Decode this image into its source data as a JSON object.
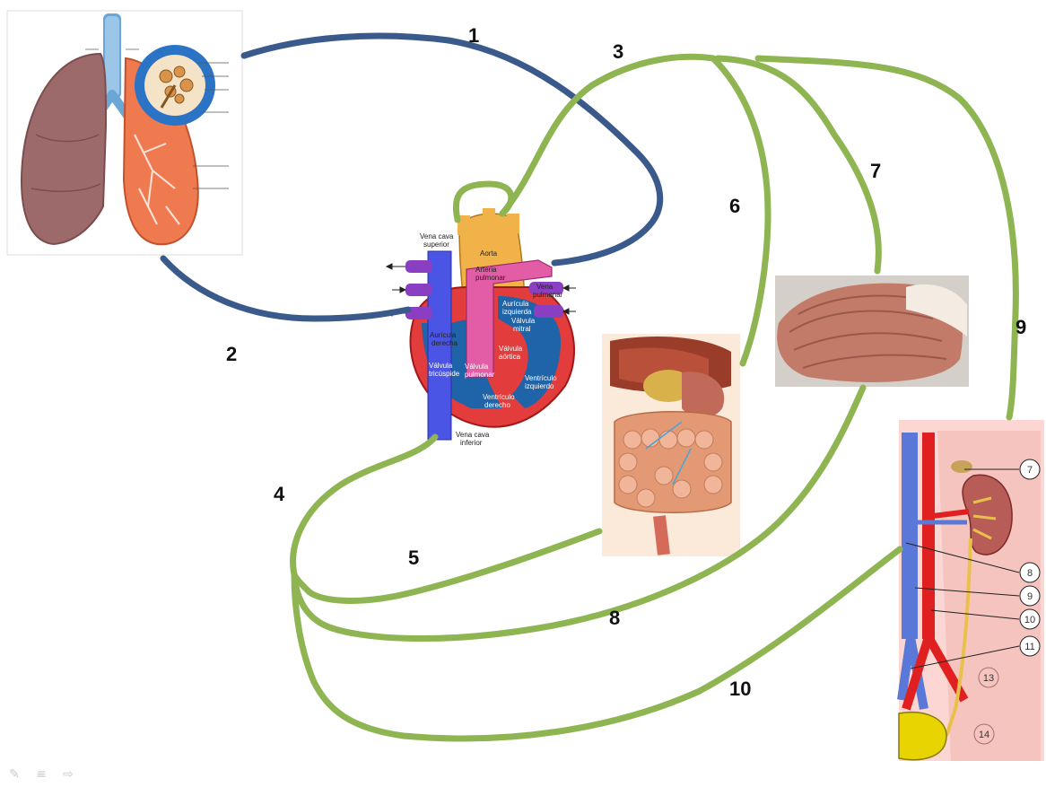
{
  "route_numbers": [
    "1",
    "2",
    "3",
    "4",
    "5",
    "6",
    "7",
    "8",
    "9",
    "10"
  ],
  "heart_labels": {
    "vena_cava_superior": [
      "Vena cava",
      "superior"
    ],
    "aorta": "Aorta",
    "arteria_pulmonar": [
      "Arteria",
      "pulmonar"
    ],
    "vena_pulmonar": [
      "Vena",
      "pulmonar"
    ],
    "auricula_izquierda": [
      "Aurícula",
      "izquierda"
    ],
    "valvula_mitral": [
      "Válvula",
      "mitral"
    ],
    "auricula_derecha": [
      "Aurícula",
      "derecha"
    ],
    "valvula_aortica": [
      "Válvula",
      "aórtica"
    ],
    "valvula_tricuspide": [
      "Válvula",
      "tricúspide"
    ],
    "valvula_pulmonar": [
      "Válvula",
      "pulmonar"
    ],
    "ventriculo_izquierdo": [
      "Ventrículo",
      "izquierdo"
    ],
    "ventriculo_derecho": [
      "Ventrículo",
      "derecho"
    ],
    "vena_cava_inferior": [
      "Vena cava",
      "inferior"
    ]
  },
  "kidney_labels": [
    "7",
    "8",
    "9",
    "10",
    "11",
    "13",
    "14"
  ],
  "toolbar": {
    "pen_icon": "✎",
    "menu_icon": "≡",
    "next_icon": "⇨"
  },
  "colors": {
    "pulmonary_circuit": "#3b5a8c",
    "systemic_circuit": "#8fb552",
    "aorta": "#f2b24a",
    "pulmonary_artery": "#e35ca6",
    "vena_cava": "#4a55e6",
    "heart_wall": "#e23c3c",
    "chamber_blue": "#1f63a8"
  }
}
